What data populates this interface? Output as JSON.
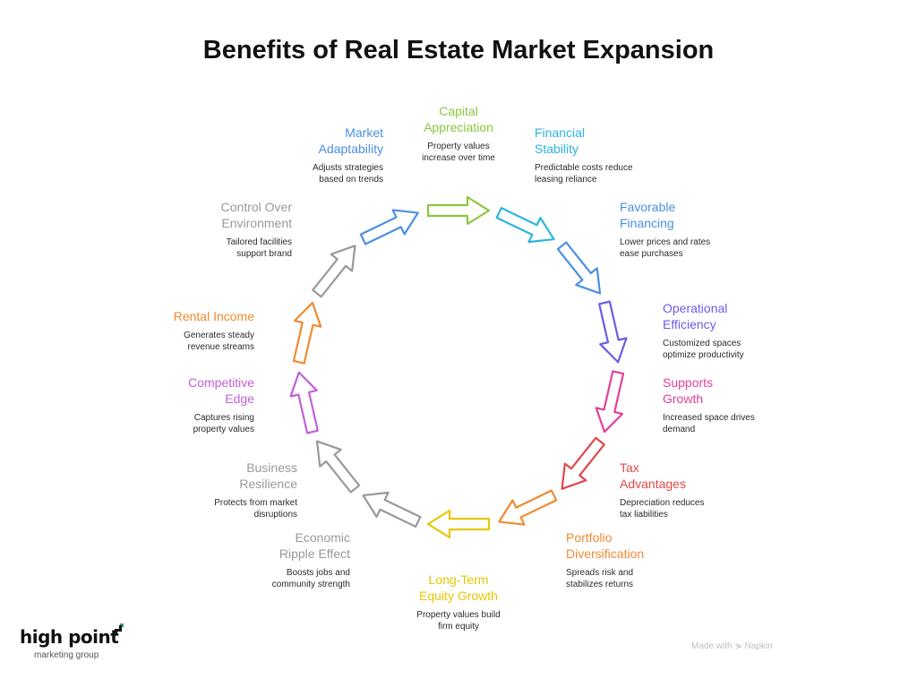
{
  "title": "Benefits of Real Estate Market Expansion",
  "benefits": [
    {
      "title": "Capital Appreciation",
      "desc": "Property values increase over time",
      "color": "#8cc63f"
    },
    {
      "title": "Financial Stability",
      "desc": "Predictable costs reduce leasing reliance",
      "color": "#2cb5e0"
    },
    {
      "title": "Favorable Financing",
      "desc": "Lower prices and rates ease purchases",
      "color": "#4a90e2"
    },
    {
      "title": "Operational Efficiency",
      "desc": "Customized spaces optimize productivity",
      "color": "#6c5ce7"
    },
    {
      "title": "Supports Growth",
      "desc": "Increased space drives demand",
      "color": "#e0409a"
    },
    {
      "title": "Tax Advantages",
      "desc": "Depreciation reduces tax liabilities",
      "color": "#e04848"
    },
    {
      "title": "Portfolio Diversification",
      "desc": "Spreads risk and stabilizes returns",
      "color": "#f08a30"
    },
    {
      "title": "Long-Term Equity Growth",
      "desc": "Property values build firm equity",
      "color": "#e8c600"
    },
    {
      "title": "Economic Ripple Effect",
      "desc": "Boosts jobs and community strength",
      "color": "#999999"
    },
    {
      "title": "Business Resilience",
      "desc": "Protects from market disruptions",
      "color": "#999999"
    },
    {
      "title": "Competitive Edge",
      "desc": "Captures rising property values",
      "color": "#c060d8"
    },
    {
      "title": "Rental Income",
      "desc": "Generates steady revenue streams",
      "color": "#f08a30"
    },
    {
      "title": "Control Over Environment",
      "desc": "Tailored facilities support brand",
      "color": "#999999"
    },
    {
      "title": "Market Adaptability",
      "desc": "Adjusts strategies based on trends",
      "color": "#4a90e2"
    }
  ],
  "logo": {
    "main": "high point",
    "sub": "marketing group"
  },
  "footer": {
    "made_with": "Made with ⋟ Napkin"
  }
}
